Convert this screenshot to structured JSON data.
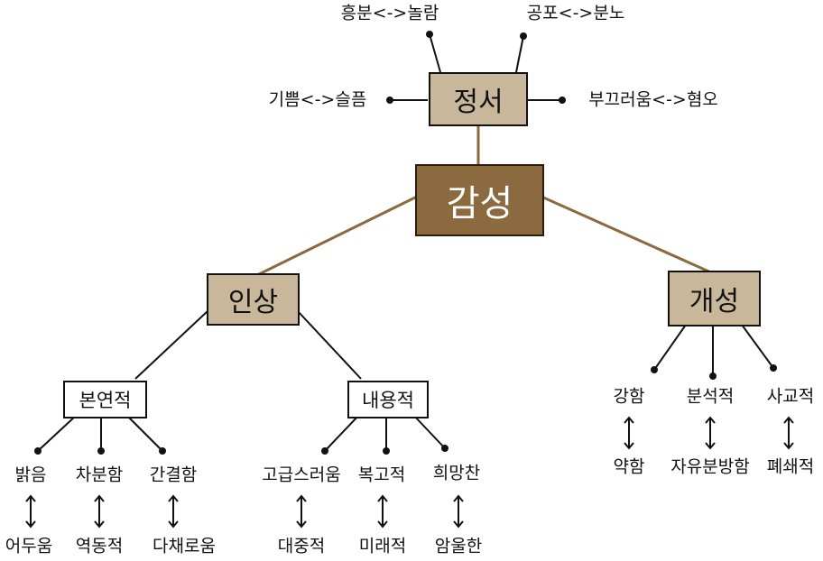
{
  "center": {
    "label": "감성"
  },
  "emotion": {
    "label": "정서",
    "pairs": [
      {
        "a": "흥분",
        "arrow": "<->",
        "b": "놀람"
      },
      {
        "a": "공포",
        "arrow": "<->",
        "b": "분노"
      },
      {
        "a": "기쁨",
        "arrow": "<->",
        "b": "슬픔"
      },
      {
        "a": "부끄러움",
        "arrow": "<->",
        "b": "혐오"
      }
    ]
  },
  "impression": {
    "label": "인상",
    "form": {
      "label": "본연적",
      "pairs": [
        {
          "top": "밝음",
          "bottom": "어두움"
        },
        {
          "top": "차분함",
          "bottom": "역동적"
        },
        {
          "top": "간결함",
          "bottom": "다채로움"
        }
      ]
    },
    "content": {
      "label": "내용적",
      "pairs": [
        {
          "top": "고급스러움",
          "bottom": "대중적"
        },
        {
          "top": "복고적",
          "bottom": "미래적"
        },
        {
          "top": "희망찬",
          "bottom": "암울한"
        }
      ]
    }
  },
  "personality": {
    "label": "개성",
    "pairs": [
      {
        "top": "강함",
        "bottom": "약함"
      },
      {
        "top": "분석적",
        "bottom": "자유분방함"
      },
      {
        "top": "사교적",
        "bottom": "폐쇄적"
      }
    ]
  },
  "colors": {
    "brown_line": "#8a6a3e",
    "tan_fill": "#c9b79c",
    "dark_fill": "#8a6a3e"
  }
}
